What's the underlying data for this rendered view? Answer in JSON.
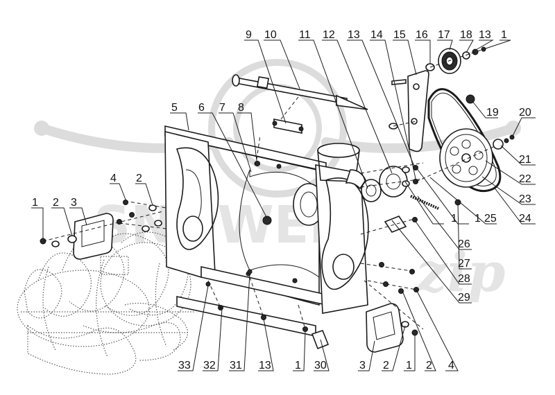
{
  "watermark": {
    "brand": "SNOWER",
    "script": "zip"
  },
  "callouts": [
    {
      "id": "c-9",
      "text": "9"
    },
    {
      "id": "c-10",
      "text": "10"
    },
    {
      "id": "c-11",
      "text": "11"
    },
    {
      "id": "c-12",
      "text": "12"
    },
    {
      "id": "c-13a",
      "text": "13"
    },
    {
      "id": "c-14",
      "text": "14"
    },
    {
      "id": "c-15",
      "text": "15"
    },
    {
      "id": "c-16",
      "text": "16"
    },
    {
      "id": "c-17",
      "text": "17"
    },
    {
      "id": "c-18",
      "text": "18"
    },
    {
      "id": "c-13b",
      "text": "13"
    },
    {
      "id": "c-1a",
      "text": "1"
    },
    {
      "id": "c-5",
      "text": "5"
    },
    {
      "id": "c-6",
      "text": "6"
    },
    {
      "id": "c-7",
      "text": "7"
    },
    {
      "id": "c-8",
      "text": "8"
    },
    {
      "id": "c-19",
      "text": "19"
    },
    {
      "id": "c-20",
      "text": "20"
    },
    {
      "id": "c-21",
      "text": "21"
    },
    {
      "id": "c-22",
      "text": "22"
    },
    {
      "id": "c-23",
      "text": "23"
    },
    {
      "id": "c-24",
      "text": "24"
    },
    {
      "id": "c-25",
      "text": "25"
    },
    {
      "id": "c-1b",
      "text": "1"
    },
    {
      "id": "c-1c",
      "text": "1"
    },
    {
      "id": "c-26",
      "text": "26"
    },
    {
      "id": "c-27",
      "text": "27"
    },
    {
      "id": "c-28",
      "text": "28"
    },
    {
      "id": "c-29",
      "text": "29"
    },
    {
      "id": "c-4a",
      "text": "4"
    },
    {
      "id": "c-2a",
      "text": "2"
    },
    {
      "id": "c-1d",
      "text": "1"
    },
    {
      "id": "c-2b",
      "text": "2"
    },
    {
      "id": "c-3a",
      "text": "3"
    },
    {
      "id": "c-33",
      "text": "33"
    },
    {
      "id": "c-32",
      "text": "32"
    },
    {
      "id": "c-31",
      "text": "31"
    },
    {
      "id": "c-13c",
      "text": "13"
    },
    {
      "id": "c-1e",
      "text": "1"
    },
    {
      "id": "c-30",
      "text": "30"
    },
    {
      "id": "c-3b",
      "text": "3"
    },
    {
      "id": "c-2c",
      "text": "2"
    },
    {
      "id": "c-1f",
      "text": "1"
    },
    {
      "id": "c-2d",
      "text": "2"
    },
    {
      "id": "c-4b",
      "text": "4"
    }
  ]
}
